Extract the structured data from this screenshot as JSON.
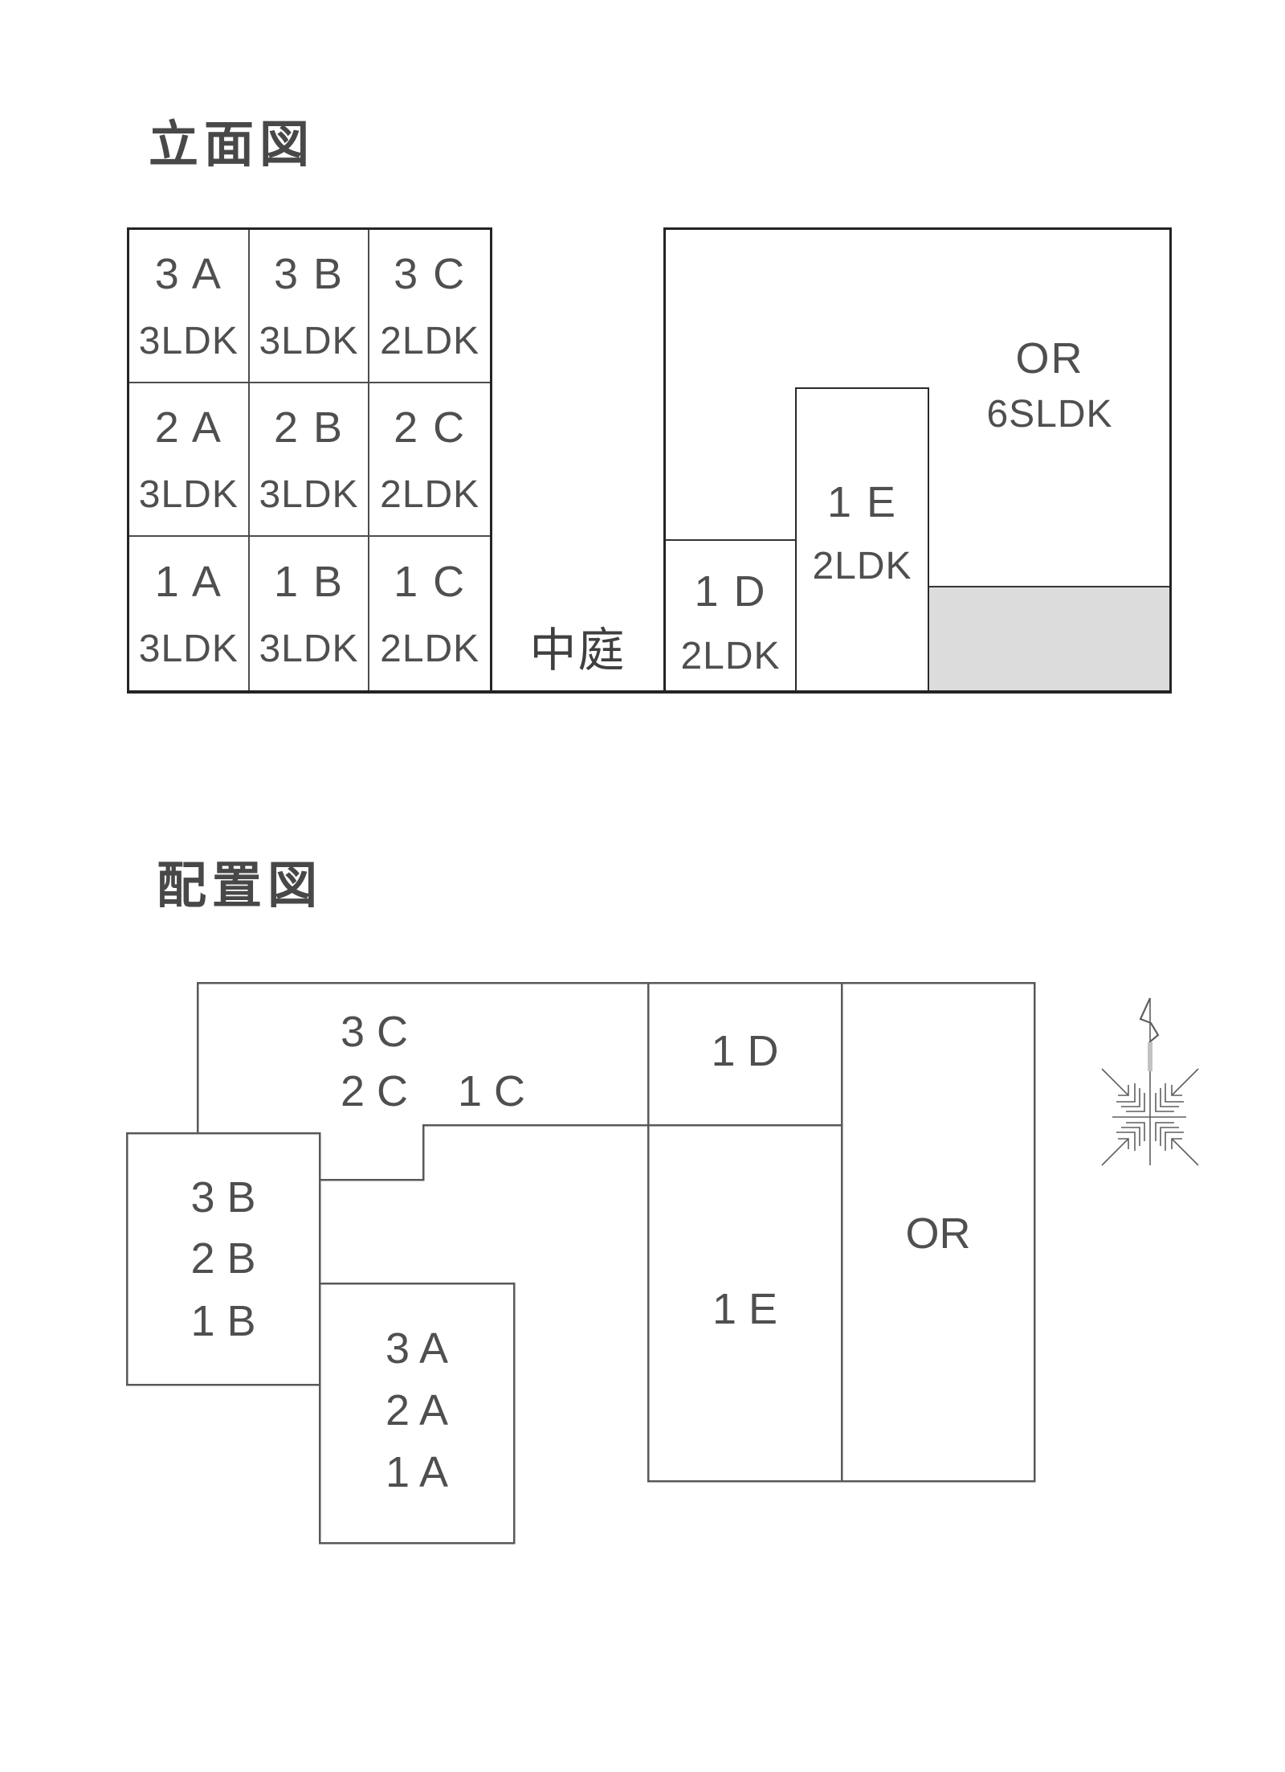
{
  "elevation": {
    "title": "立面図",
    "courtyard_label": "中庭",
    "units": [
      {
        "label": "3 A",
        "type": "3LDK"
      },
      {
        "label": "3 B",
        "type": "3LDK"
      },
      {
        "label": "3 C",
        "type": "2LDK"
      },
      {
        "label": "2 A",
        "type": "3LDK"
      },
      {
        "label": "2 B",
        "type": "3LDK"
      },
      {
        "label": "2 C",
        "type": "2LDK"
      },
      {
        "label": "1 A",
        "type": "3LDK"
      },
      {
        "label": "1 B",
        "type": "3LDK"
      },
      {
        "label": "1 C",
        "type": "2LDK"
      }
    ],
    "unit_1d": {
      "label": "1 D",
      "type": "2LDK"
    },
    "unit_1e": {
      "label": "1 E",
      "type": "2LDK"
    },
    "unit_or": {
      "label": "OR",
      "type": "6SLDK"
    }
  },
  "site": {
    "title": "配置図",
    "labels": {
      "c3": "3 C",
      "c2": "2 C",
      "c1": "1 C",
      "d1": "1 D",
      "e1": "1 E",
      "or": "OR",
      "b3": "3 B",
      "b2": "2 B",
      "b1": "1 B",
      "a3": "3 A",
      "a2": "2 A",
      "a1": "1 A"
    },
    "compass_icon": "north-compass"
  },
  "colors": {
    "outline_dark": "#242424",
    "outline_mid": "#4d4d4d",
    "outline_site": "#585858",
    "ground_fill": "#dcdcdc",
    "text": "#4f4f4f"
  }
}
